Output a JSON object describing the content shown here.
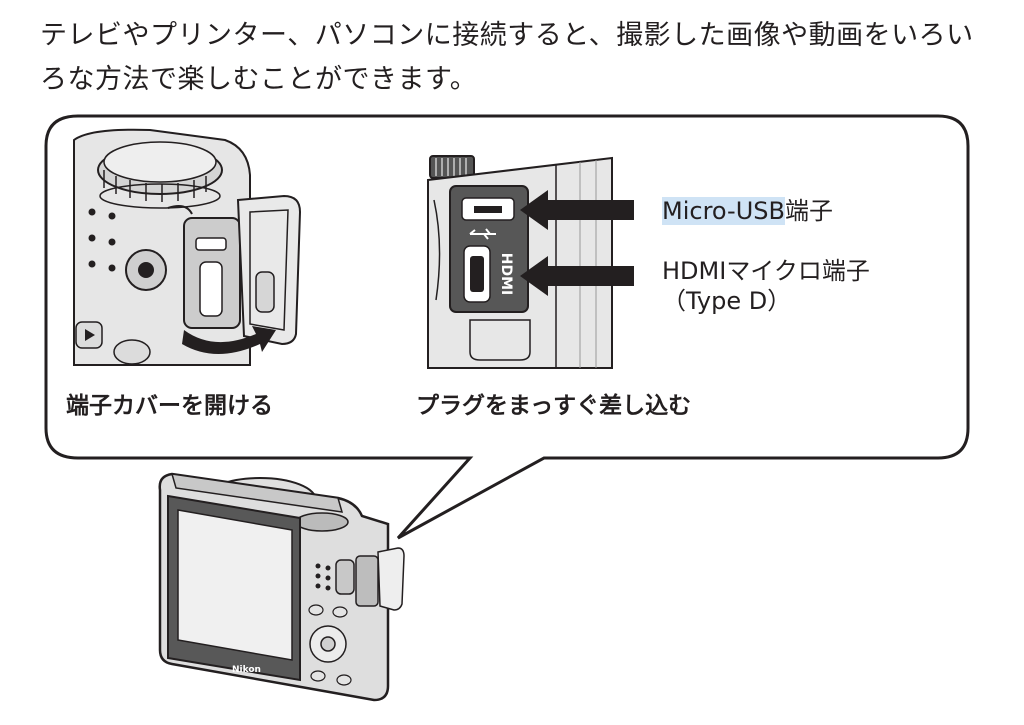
{
  "intro": {
    "line1": "テレビやプリンター、パソコンに接続すると、撮影した画像や動画をいろい",
    "line2": "ろな方法で楽しむことができます。"
  },
  "callout": {
    "step1_caption": "端子カバーを開ける",
    "step2_caption": "プラグをまっすぐ差し込む",
    "usb_label_highlight": "Micro-USB",
    "usb_label_rest": "端子",
    "hdmi_label_line1": "HDMIマイクロ端子",
    "hdmi_label_line2": "（Type D）",
    "hdmi_port_text": "HDMI"
  },
  "camera": {
    "brand_text": "Nikon"
  }
}
